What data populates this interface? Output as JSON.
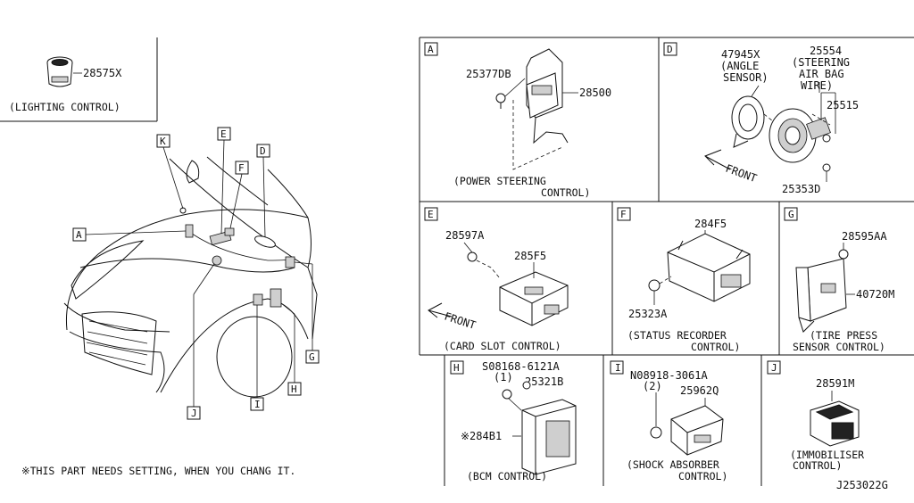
{
  "drawing_id": "J253022G",
  "footnote": "※THIS PART NEEDS SETTING, WHEN YOU CHANG IT.",
  "lighting": {
    "part": "28575X",
    "caption": "(LIGHTING CONTROL)"
  },
  "car_callouts": [
    "K",
    "E",
    "F",
    "D",
    "A",
    "G",
    "H",
    "I",
    "J"
  ],
  "panels": {
    "A": {
      "letter": "A",
      "parts": [
        "25377DB",
        "28500"
      ],
      "caption1": "(POWER STEERING",
      "caption2": "CONTROL)"
    },
    "D": {
      "letter": "D",
      "part1": "47945X",
      "part1_note1": "(ANGLE",
      "part1_note2": "SENSOR)",
      "part2": "25554",
      "part2_note1": "(STEERING",
      "part2_note2": "AIR BAG",
      "part2_note3": "WIRE)",
      "part3": "25515",
      "part4": "25353D",
      "front": "FRONT"
    },
    "E": {
      "letter": "E",
      "parts": [
        "28597A",
        "285F5"
      ],
      "front": "FRONT",
      "caption": "(CARD SLOT CONTROL)"
    },
    "F": {
      "letter": "F",
      "parts": [
        "284F5",
        "25323A"
      ],
      "caption1": "(STATUS RECORDER",
      "caption2": "CONTROL)"
    },
    "G": {
      "letter": "G",
      "parts": [
        "28595AA",
        "40720M"
      ],
      "caption1": "(TIRE PRESS",
      "caption2": "SENSOR CONTROL)"
    },
    "H": {
      "letter": "H",
      "bolt": "S08168-6121A",
      "bolt_qty": "(1)",
      "part2": "25321B",
      "part3": "※284B1",
      "caption": "(BCM CONTROL)"
    },
    "I": {
      "letter": "I",
      "bolt": "N08918-3061A",
      "bolt_qty": "(2)",
      "part2": "25962Q",
      "caption1": "(SHOCK ABSORBER",
      "caption2": "CONTROL)"
    },
    "J": {
      "letter": "J",
      "part": "28591M",
      "caption1": "(IMMOBILISER",
      "caption2": "CONTROL)"
    }
  }
}
